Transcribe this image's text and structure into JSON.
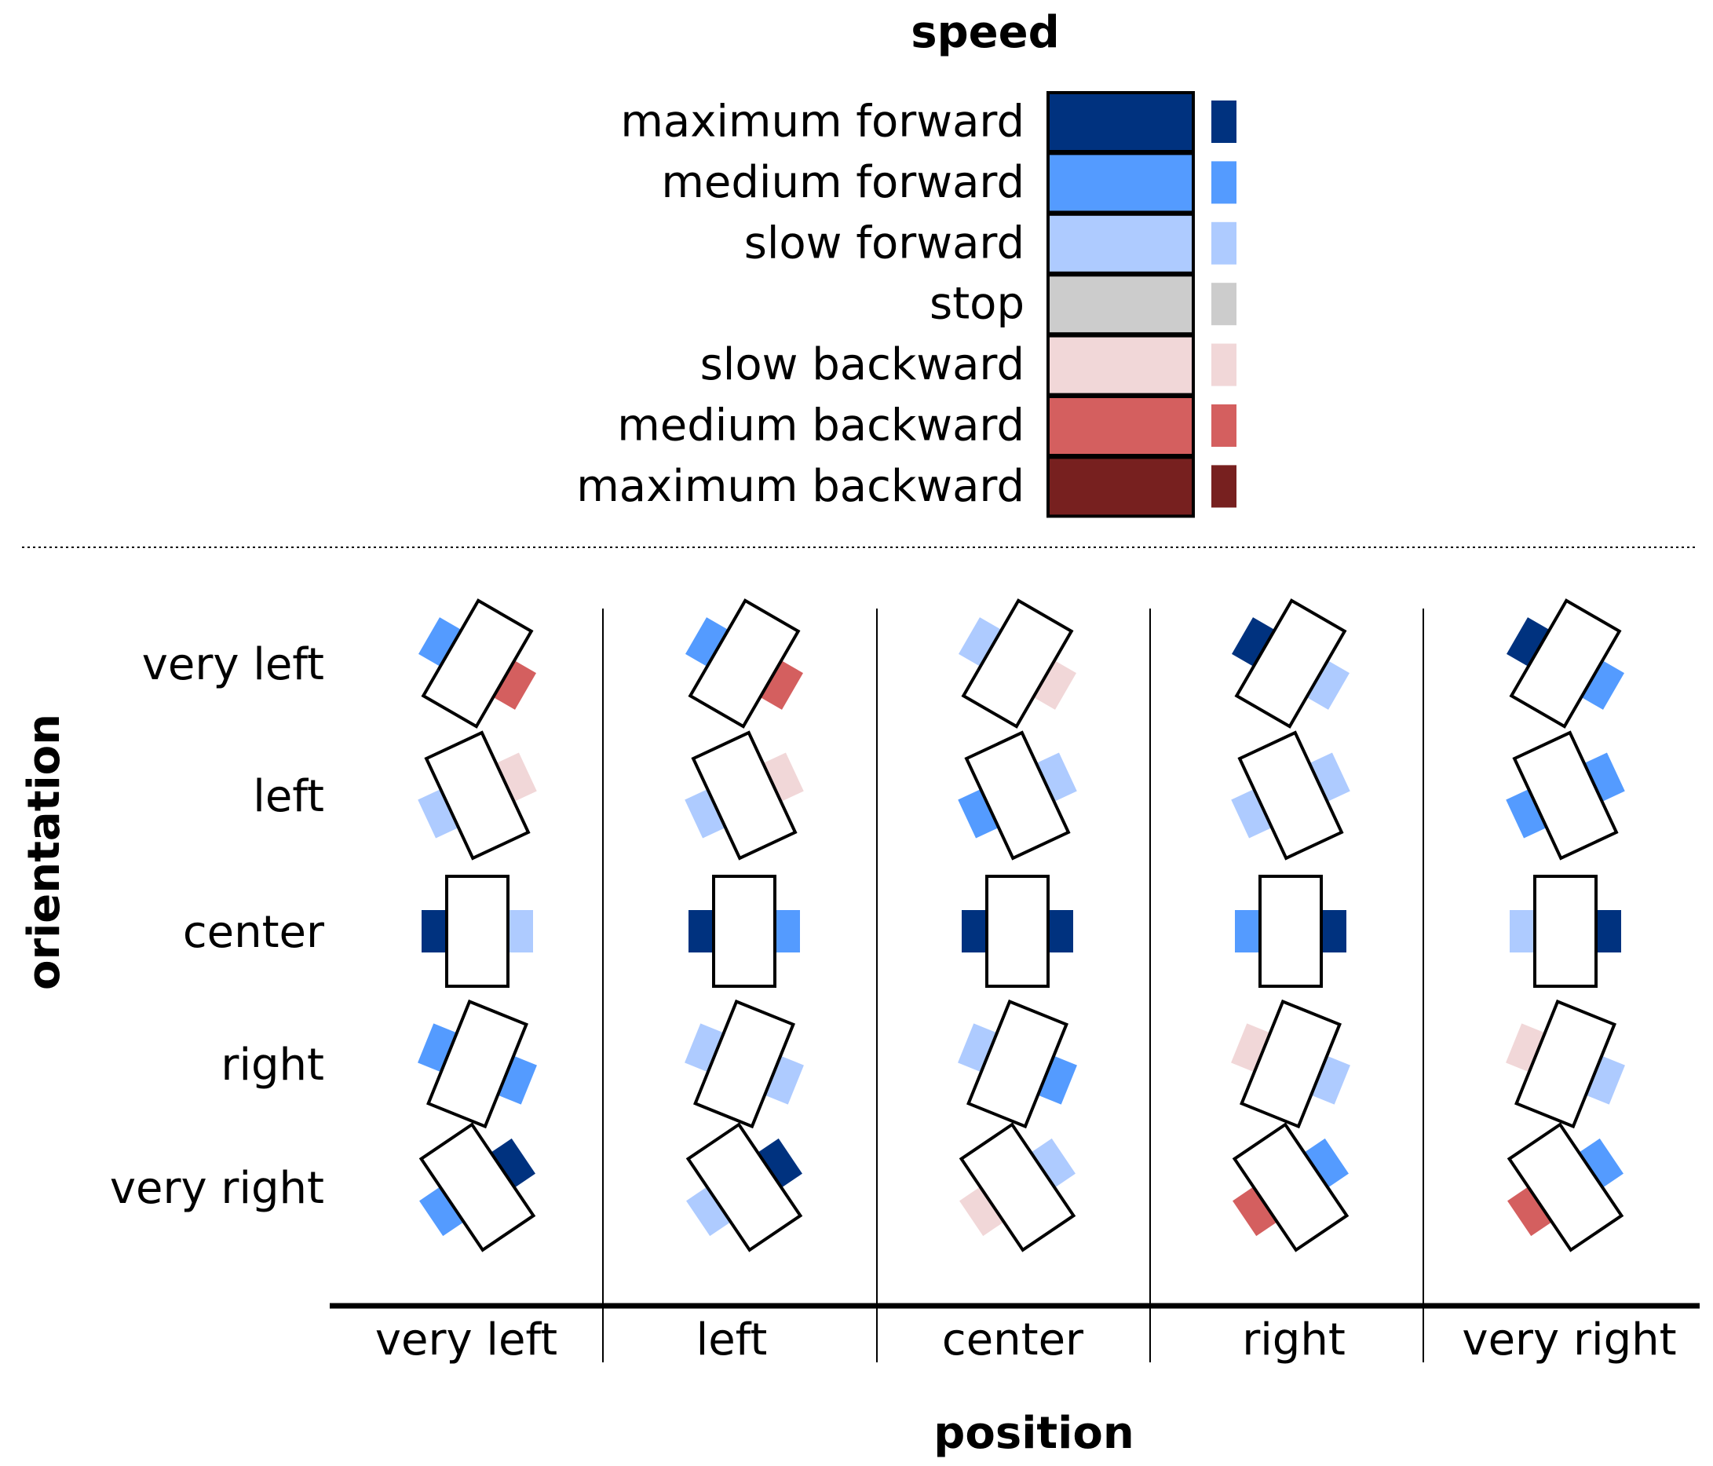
{
  "legend": {
    "title": "speed",
    "levels": [
      {
        "key": "max_fwd",
        "label": "maximum forward",
        "color": "#00327f"
      },
      {
        "key": "med_fwd",
        "label": "medium forward",
        "color": "#549bff"
      },
      {
        "key": "slow_fwd",
        "label": "slow forward",
        "color": "#aecbff"
      },
      {
        "key": "stop",
        "label": "stop",
        "color": "#cccccc"
      },
      {
        "key": "slow_bwd",
        "label": "slow backward",
        "color": "#f1d7d8"
      },
      {
        "key": "med_bwd",
        "label": "medium backward",
        "color": "#d45f5f"
      },
      {
        "key": "max_bwd",
        "label": "maximum backward",
        "color": "#77201f"
      }
    ]
  },
  "grid": {
    "ylabel": "orientation",
    "xlabel": "position",
    "orientations": [
      {
        "label": "very left",
        "angle_deg": 30
      },
      {
        "label": "left",
        "angle_deg": -25
      },
      {
        "label": "center",
        "angle_deg": 0
      },
      {
        "label": "right",
        "angle_deg": 22
      },
      {
        "label": "very right",
        "angle_deg": -34
      }
    ],
    "positions": [
      "very left",
      "left",
      "center",
      "right",
      "very right"
    ],
    "cells": [
      [
        {
          "left": "med_fwd",
          "right": "med_bwd"
        },
        {
          "left": "med_fwd",
          "right": "med_bwd"
        },
        {
          "left": "slow_fwd",
          "right": "slow_bwd"
        },
        {
          "left": "max_fwd",
          "right": "slow_fwd"
        },
        {
          "left": "max_fwd",
          "right": "med_fwd"
        }
      ],
      [
        {
          "left": "slow_fwd",
          "right": "slow_bwd"
        },
        {
          "left": "slow_fwd",
          "right": "slow_bwd"
        },
        {
          "left": "med_fwd",
          "right": "slow_fwd"
        },
        {
          "left": "slow_fwd",
          "right": "slow_fwd"
        },
        {
          "left": "med_fwd",
          "right": "med_fwd"
        }
      ],
      [
        {
          "left": "max_fwd",
          "right": "slow_fwd"
        },
        {
          "left": "max_fwd",
          "right": "med_fwd"
        },
        {
          "left": "max_fwd",
          "right": "max_fwd"
        },
        {
          "left": "med_fwd",
          "right": "max_fwd"
        },
        {
          "left": "slow_fwd",
          "right": "max_fwd"
        }
      ],
      [
        {
          "left": "med_fwd",
          "right": "med_fwd"
        },
        {
          "left": "slow_fwd",
          "right": "slow_fwd"
        },
        {
          "left": "slow_fwd",
          "right": "med_fwd"
        },
        {
          "left": "slow_bwd",
          "right": "slow_fwd"
        },
        {
          "left": "slow_bwd",
          "right": "slow_fwd"
        }
      ],
      [
        {
          "left": "med_fwd",
          "right": "max_fwd"
        },
        {
          "left": "slow_fwd",
          "right": "max_fwd"
        },
        {
          "left": "slow_bwd",
          "right": "slow_fwd"
        },
        {
          "left": "med_bwd",
          "right": "med_fwd"
        },
        {
          "left": "med_bwd",
          "right": "med_fwd"
        }
      ]
    ]
  }
}
